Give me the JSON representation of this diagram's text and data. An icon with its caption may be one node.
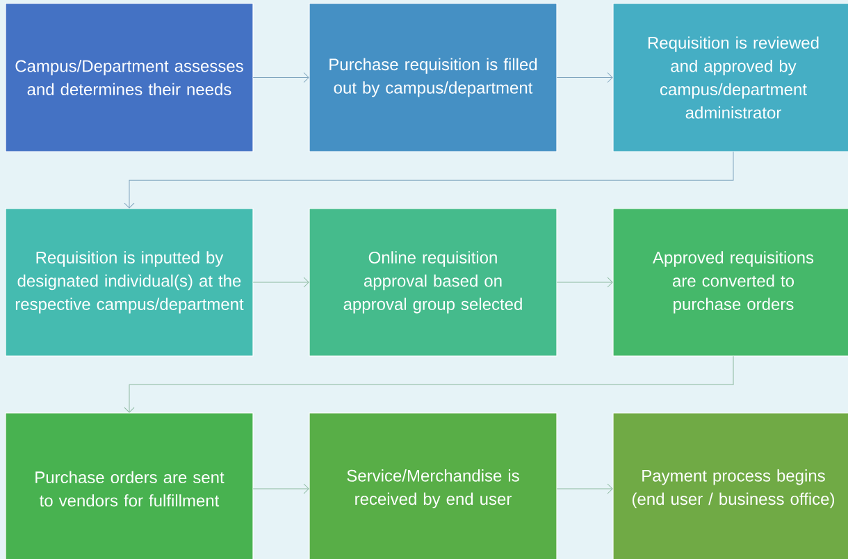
{
  "diagram": {
    "nodes": [
      {
        "text": [
          "Campus/Department assesses and determines their needs"
        ]
      },
      {
        "text": [
          "Purchase requisition is filled out by campus/department"
        ]
      },
      {
        "text": [
          "Requisition is reviewed and approved by campus/department administrator"
        ]
      },
      {
        "text": [
          "Requisition is inputted by designated individual(s) at the respective campus/department"
        ]
      },
      {
        "text": [
          "Online requisition approval based on approval group selected"
        ]
      },
      {
        "text": [
          "Approved requisitions are converted to purchase orders"
        ]
      },
      {
        "text": [
          "Purchase orders are sent to vendors for fulfillment"
        ]
      },
      {
        "text": [
          "Service/Merchandise is received by end user"
        ]
      },
      {
        "text": [
          "Payment process begins (end user / business office)"
        ]
      }
    ],
    "edges": [
      {
        "from": 0,
        "to": 1,
        "arrow": "to"
      },
      {
        "from": 1,
        "to": 2,
        "arrow": "to"
      },
      {
        "from": 2,
        "to": 3,
        "arrow": "to"
      },
      {
        "from": 3,
        "to": 4,
        "arrow": "to"
      },
      {
        "from": 4,
        "to": 5,
        "arrow": "to"
      },
      {
        "from": 5,
        "to": 6,
        "arrow": "to"
      },
      {
        "from": 6,
        "to": 7,
        "arrow": "to"
      },
      {
        "from": 7,
        "to": 8,
        "arrow": "to"
      }
    ]
  }
}
